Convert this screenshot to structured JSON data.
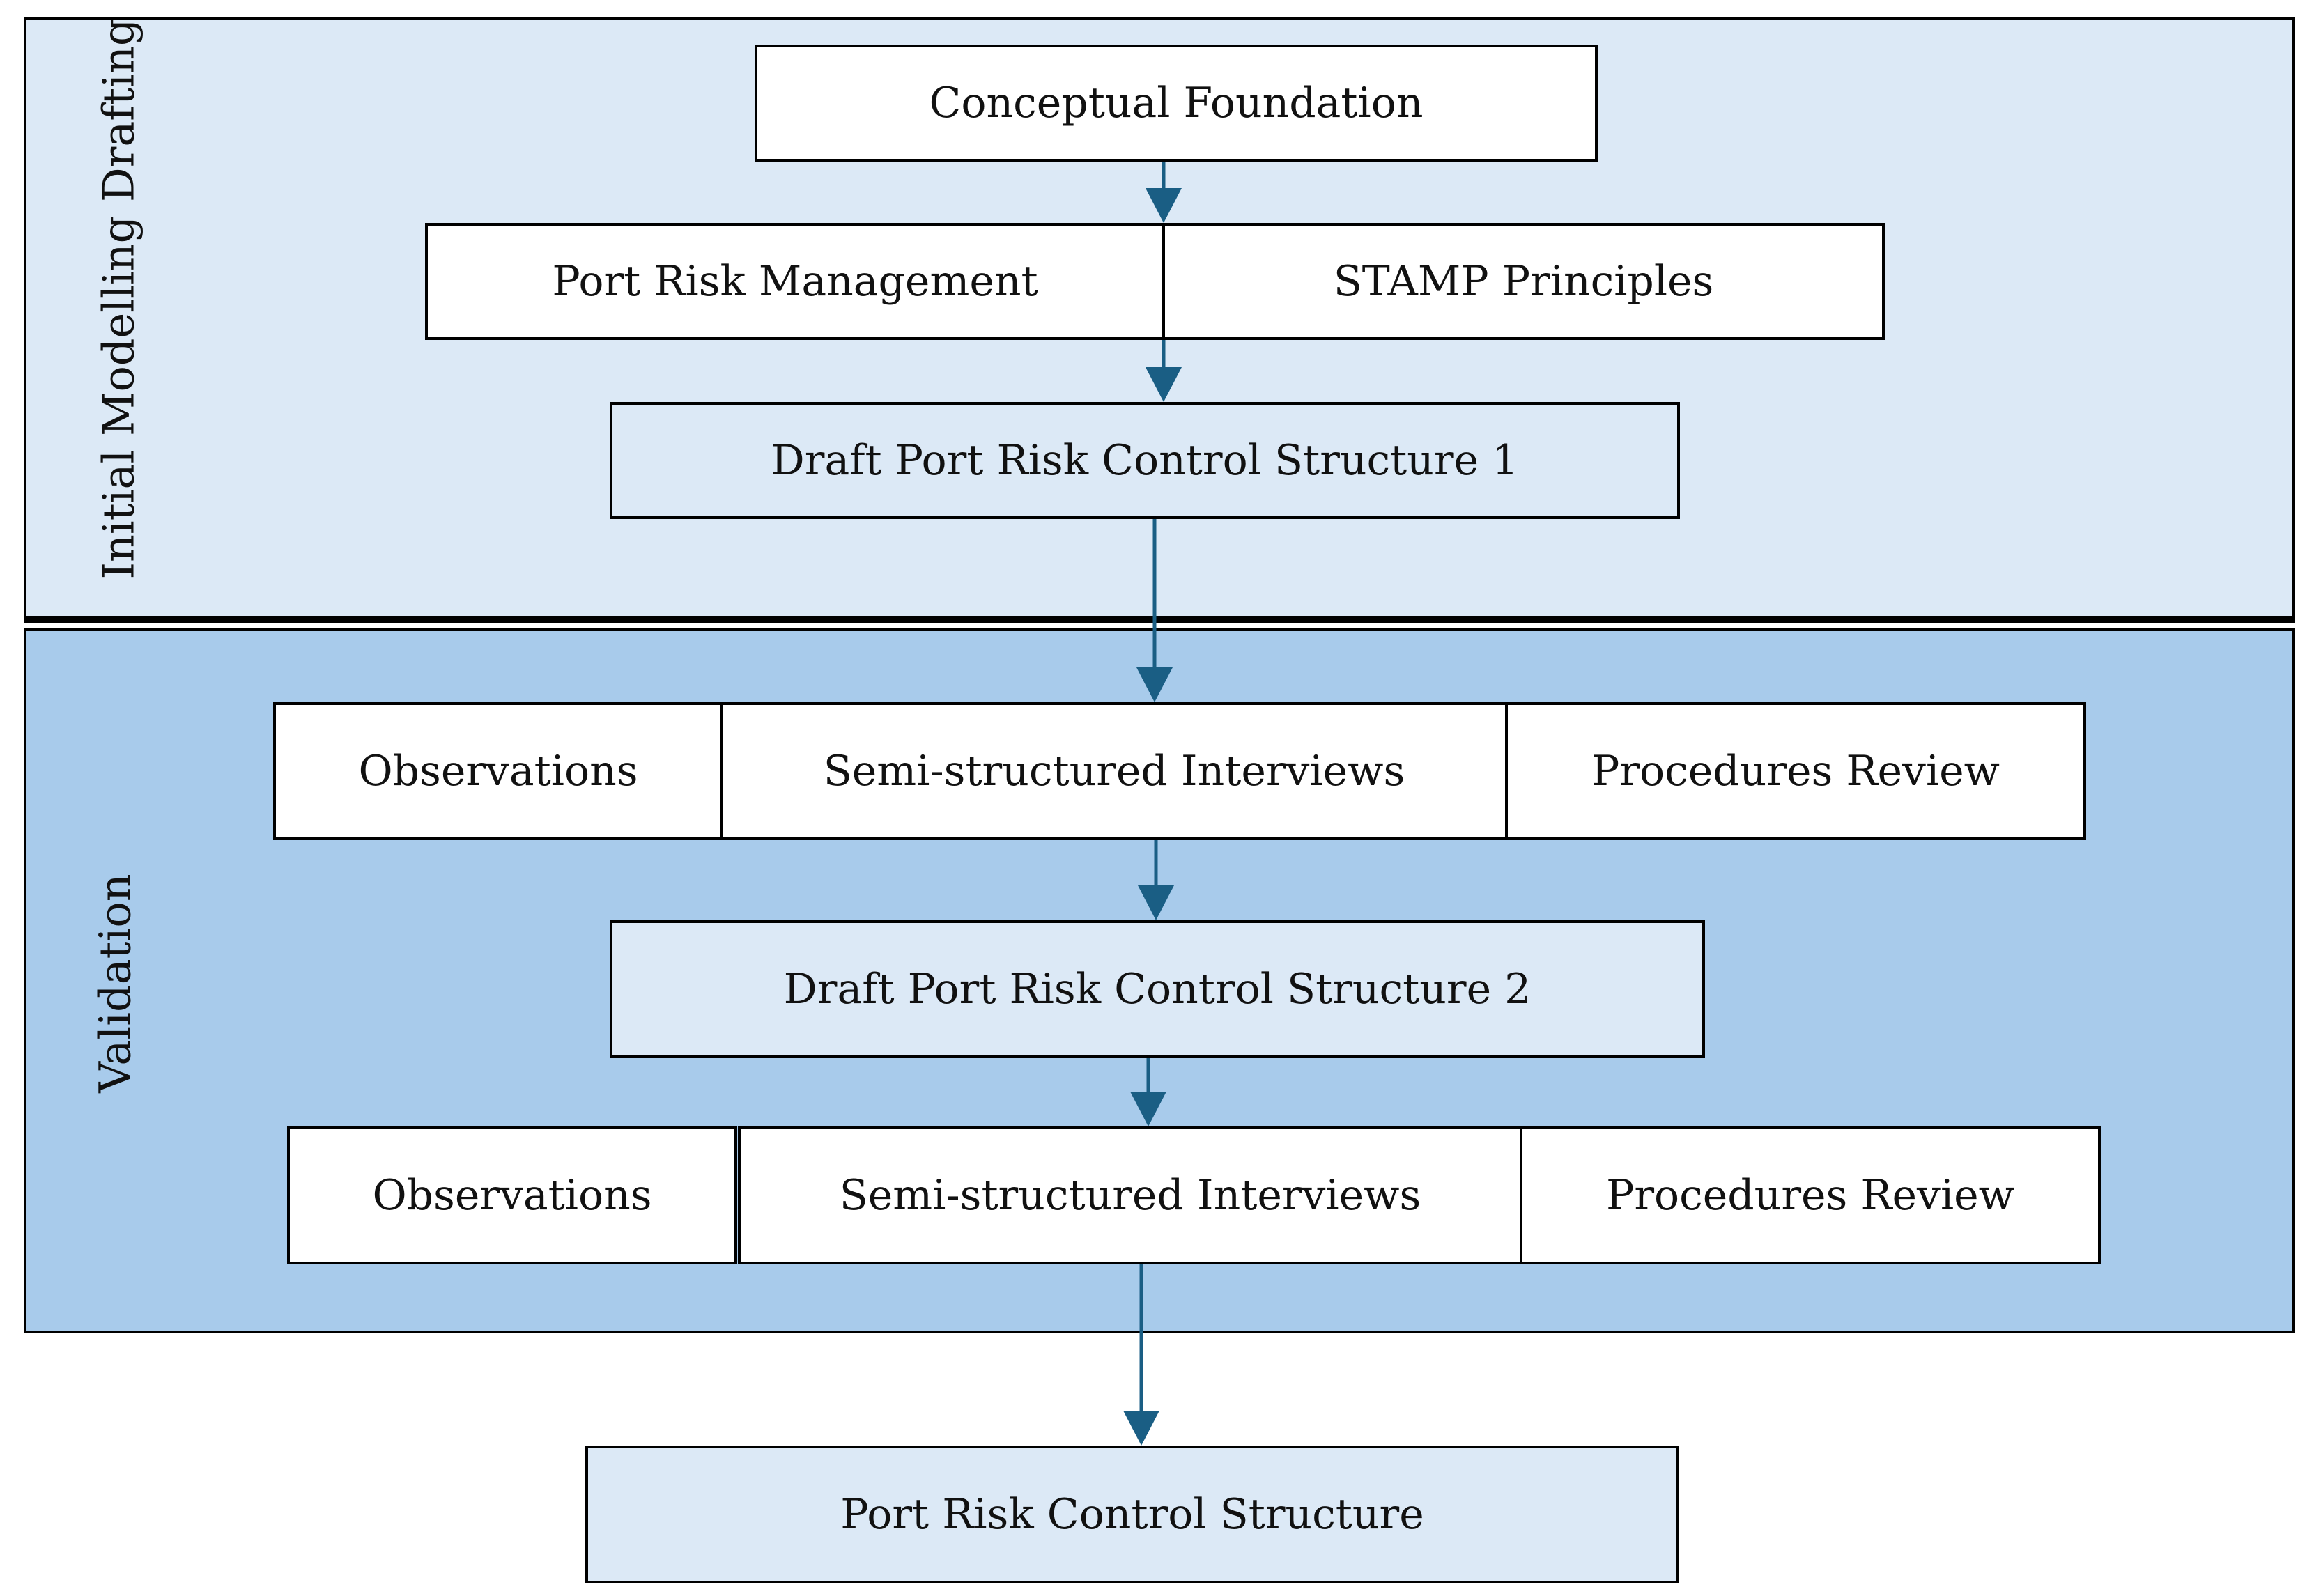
{
  "stages": {
    "initial_modelling": {
      "label": "Initial Modelling Drafting"
    },
    "validation": {
      "label": "Validation"
    }
  },
  "nodes": {
    "conceptual_foundation": "Conceptual Foundation",
    "port_risk_management": "Port Risk Management",
    "stamp_principles": "STAMP Principles",
    "draft_structure_1": "Draft Port Risk Control Structure 1",
    "round1": {
      "observations": "Observations",
      "interviews": "Semi-structured Interviews",
      "procedures": "Procedures Review"
    },
    "draft_structure_2": "Draft Port Risk Control Structure 2",
    "round2": {
      "observations": "Observations",
      "interviews": "Semi-structured Interviews",
      "procedures": "Procedures Review"
    },
    "final_structure": "Port Risk Control Structure"
  },
  "colors": {
    "panel_top": "#dce9f6",
    "panel_bottom": "#a8cbeb",
    "arrow": "#1a5e84"
  }
}
